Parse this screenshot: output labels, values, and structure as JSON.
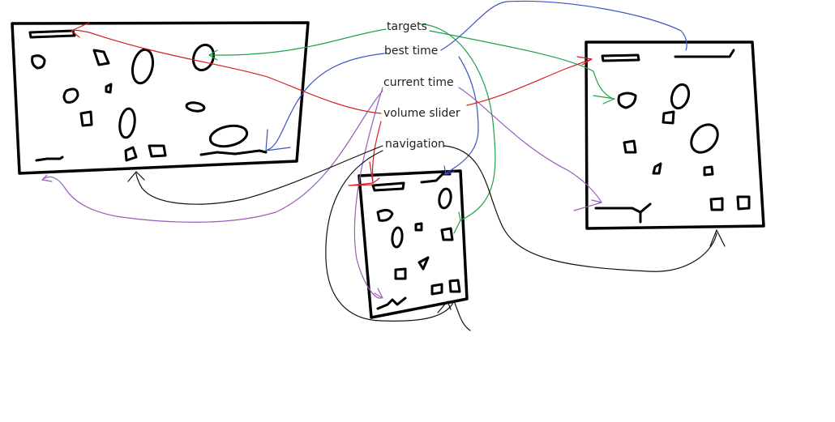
{
  "labels": {
    "targets": "targets",
    "best_time": "best time",
    "current_time": "current time",
    "volume_slider": "volume slider",
    "navigation": "navigation"
  },
  "colors": {
    "ink": "#000000",
    "targets": "#22a04a",
    "best_time": "#3a55c0",
    "current_time": "#9a5cb8",
    "volume_slider": "#d42020",
    "navigation": "#111111",
    "text": "#222222"
  }
}
